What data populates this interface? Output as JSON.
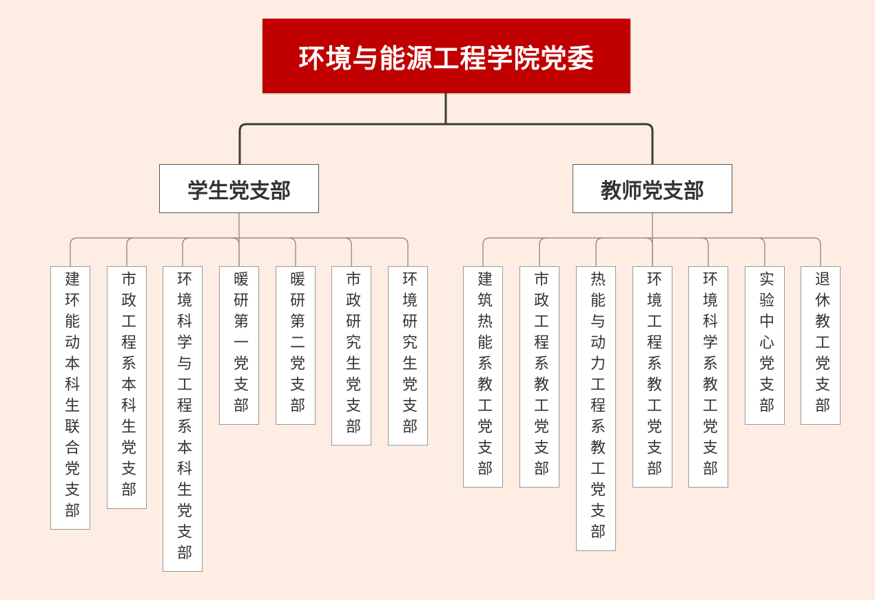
{
  "root": {
    "label": "环境与能源工程学院党委"
  },
  "colors": {
    "root_bg": "#c00000",
    "background": "#fdede2",
    "line": "#8a7a72"
  },
  "branches": [
    {
      "label": "学生党支部",
      "children": [
        "建环能动本科生联合党支部",
        "市政工程系本科生党支部",
        "环境科学与工程系本科生党支部",
        "暖研第一党支部",
        "暖研第二党支部",
        "市政研究生党支部",
        "环境研究生党支部"
      ]
    },
    {
      "label": "教师党支部",
      "children": [
        "建筑热能系教工党支部",
        "市政工程系教工党支部",
        "热能与动力工程系教工党支部",
        "环境工程系教工党支部",
        "环境科学系教工党支部",
        "实验中心党支部",
        "退休教工党支部"
      ]
    }
  ]
}
